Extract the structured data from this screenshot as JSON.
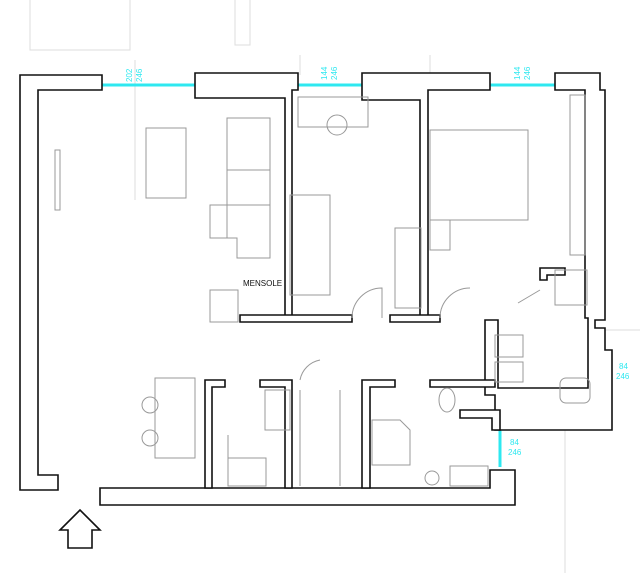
{
  "title": "Floor plan",
  "labels": {
    "shelves": "MENSOLE"
  },
  "windows": [
    {
      "width": "202",
      "height": "246"
    },
    {
      "width": "144",
      "height": "246"
    },
    {
      "width": "144",
      "height": "246"
    },
    {
      "width": "84",
      "height": "246"
    },
    {
      "width": "84",
      "height": "246"
    }
  ],
  "colors": {
    "wall": "#111111",
    "furniture": "#999999",
    "dimension": "#2ee8f0"
  }
}
